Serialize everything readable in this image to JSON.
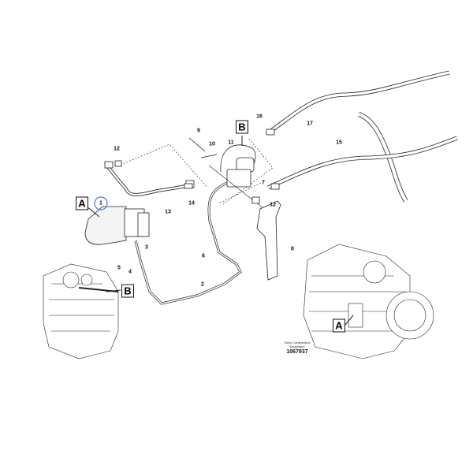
{
  "diagram": {
    "callouts": [
      "1",
      "2",
      "3",
      "4",
      "5",
      "6",
      "7",
      "8",
      "9",
      "10",
      "11",
      "12",
      "12",
      "13",
      "14",
      "15",
      "16",
      "17"
    ],
    "box_labels": [
      "A",
      "B",
      "B",
      "A"
    ],
    "caption_line1": "Volvo Construction",
    "caption_line2": "Equipment",
    "document_number": "1067937",
    "highlight_color": "#4a7fc1"
  }
}
